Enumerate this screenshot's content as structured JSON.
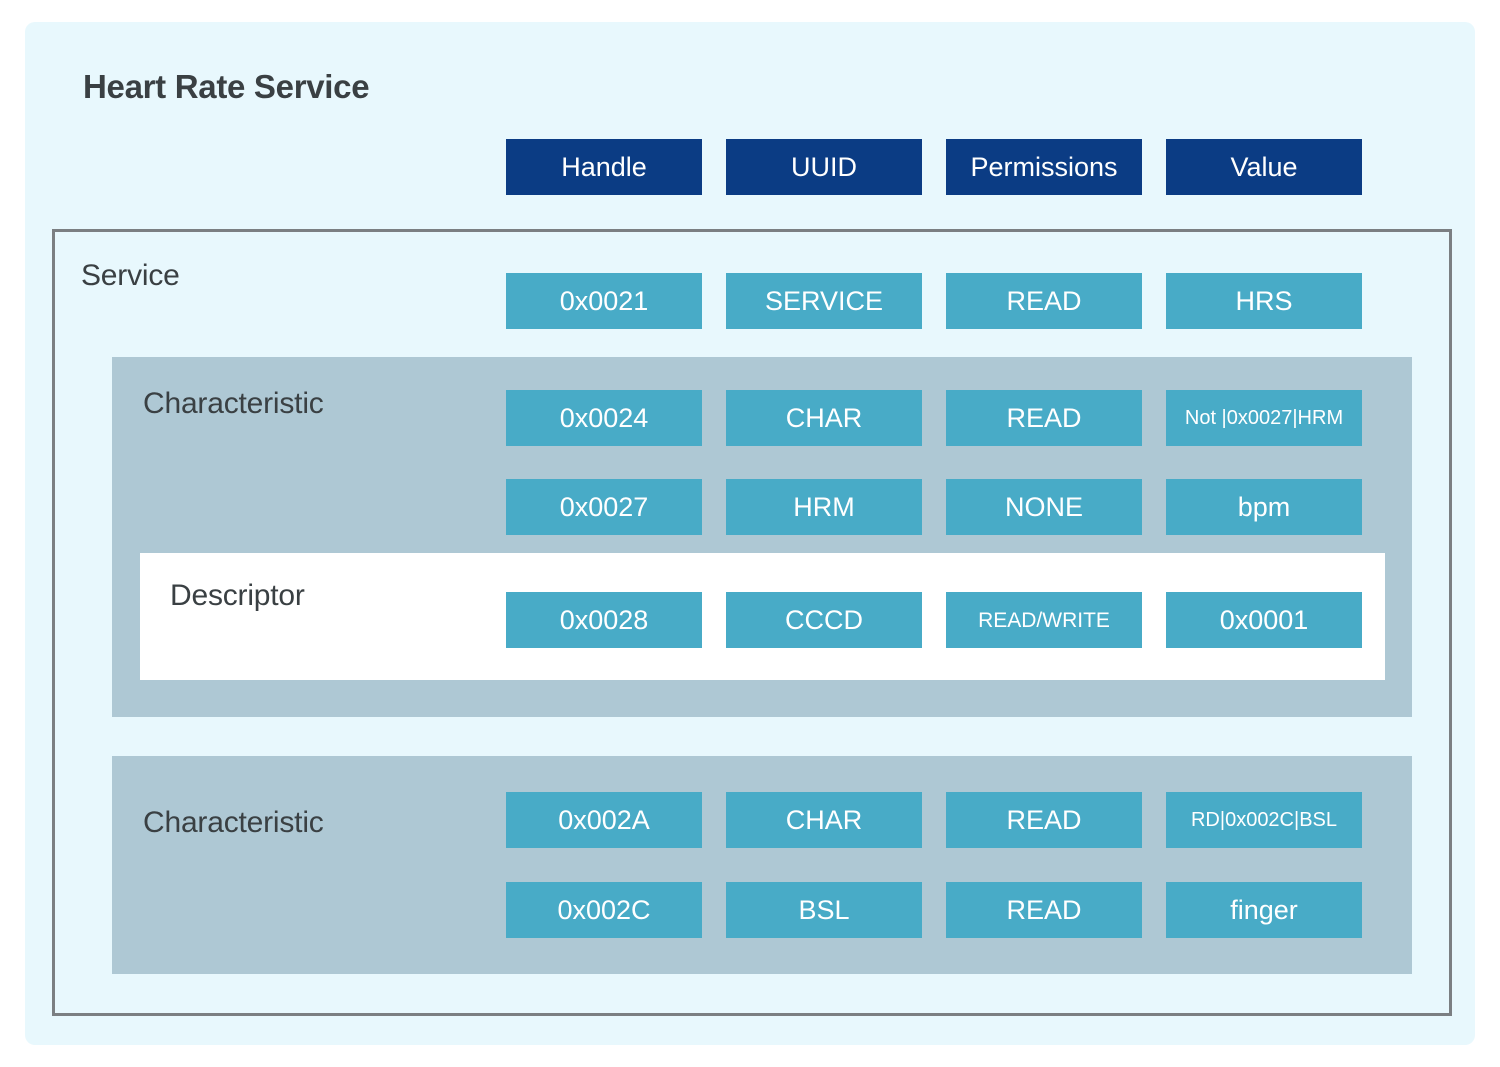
{
  "page": {
    "title": "Heart Rate Service",
    "background": "#ffffff",
    "card_background": "#e8f8fd"
  },
  "colors": {
    "header_chip": "#0b3c84",
    "data_chip": "#48abc7",
    "panel": "#aec8d4",
    "descriptor_panel": "#ffffff",
    "border": "#7b7f82",
    "text_dark": "#3a4043"
  },
  "columns": [
    {
      "key": "handle",
      "label": "Handle"
    },
    {
      "key": "uuid",
      "label": "UUID"
    },
    {
      "key": "permissions",
      "label": "Permissions"
    },
    {
      "key": "value",
      "label": "Value"
    }
  ],
  "sections": {
    "service": {
      "label": "Service",
      "row": {
        "handle": "0x0021",
        "uuid": "SERVICE",
        "permissions": "READ",
        "value": "HRS"
      }
    },
    "characteristic_1": {
      "label": "Characteristic",
      "rows": [
        {
          "handle": "0x0024",
          "uuid": "CHAR",
          "permissions": "READ",
          "value": "Not |0x0027|HRM"
        },
        {
          "handle": "0x0027",
          "uuid": "HRM",
          "permissions": "NONE",
          "value": "bpm"
        }
      ],
      "descriptor": {
        "label": "Descriptor",
        "row": {
          "handle": "0x0028",
          "uuid": "CCCD",
          "permissions": "READ/WRITE",
          "value": "0x0001"
        }
      }
    },
    "characteristic_2": {
      "label": "Characteristic",
      "rows": [
        {
          "handle": "0x002A",
          "uuid": "CHAR",
          "permissions": "READ",
          "value": "RD|0x002C|BSL"
        },
        {
          "handle": "0x002C",
          "uuid": "BSL",
          "permissions": "READ",
          "value": "finger"
        }
      ]
    }
  }
}
